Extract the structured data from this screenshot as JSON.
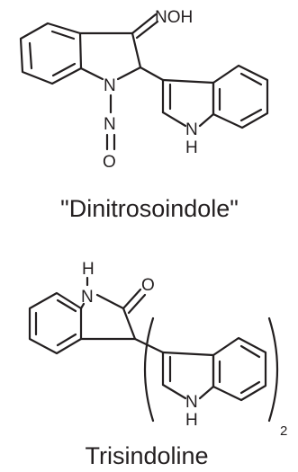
{
  "structures": [
    {
      "name": "\"Dinitrosoindole\"",
      "atoms": {
        "oxime": "NOH",
        "n1": "N",
        "n_nitroso": "N",
        "o_nitroso": "O",
        "nh_n": "N",
        "nh_h": "H"
      }
    },
    {
      "name": "Trisindoline",
      "atoms": {
        "h_top": "H",
        "n_top": "N",
        "o_top": "O",
        "nh_n": "N",
        "nh_h": "H",
        "multiplier": "2"
      }
    }
  ]
}
